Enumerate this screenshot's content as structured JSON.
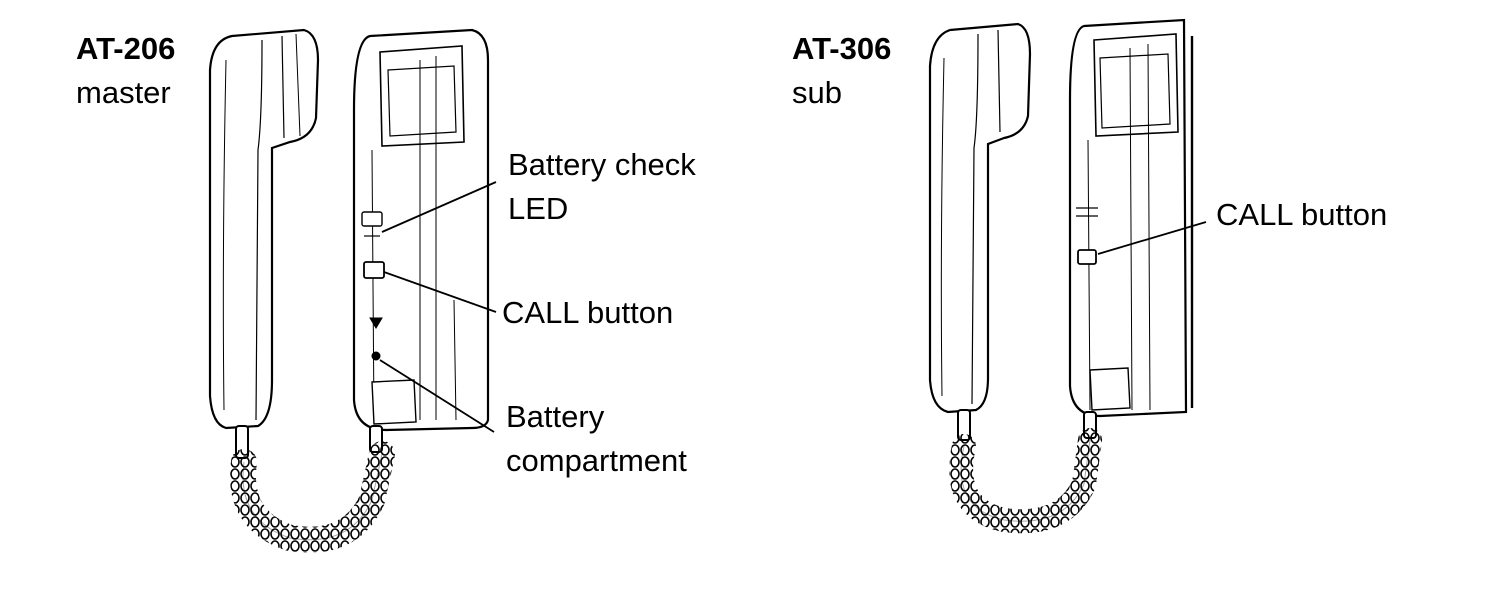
{
  "units": {
    "master": {
      "model": "AT-206",
      "role": "master",
      "callouts": {
        "battery_check_led": "Battery  check",
        "battery_check_led_line2": "LED",
        "call_button": "CALL button",
        "battery_compartment": "Battery",
        "battery_compartment_line2": "compartment"
      }
    },
    "sub": {
      "model": "AT-306",
      "role": "sub",
      "callouts": {
        "call_button": "CALL button"
      }
    }
  },
  "colors": {
    "line": "#000000",
    "background": "#ffffff"
  }
}
